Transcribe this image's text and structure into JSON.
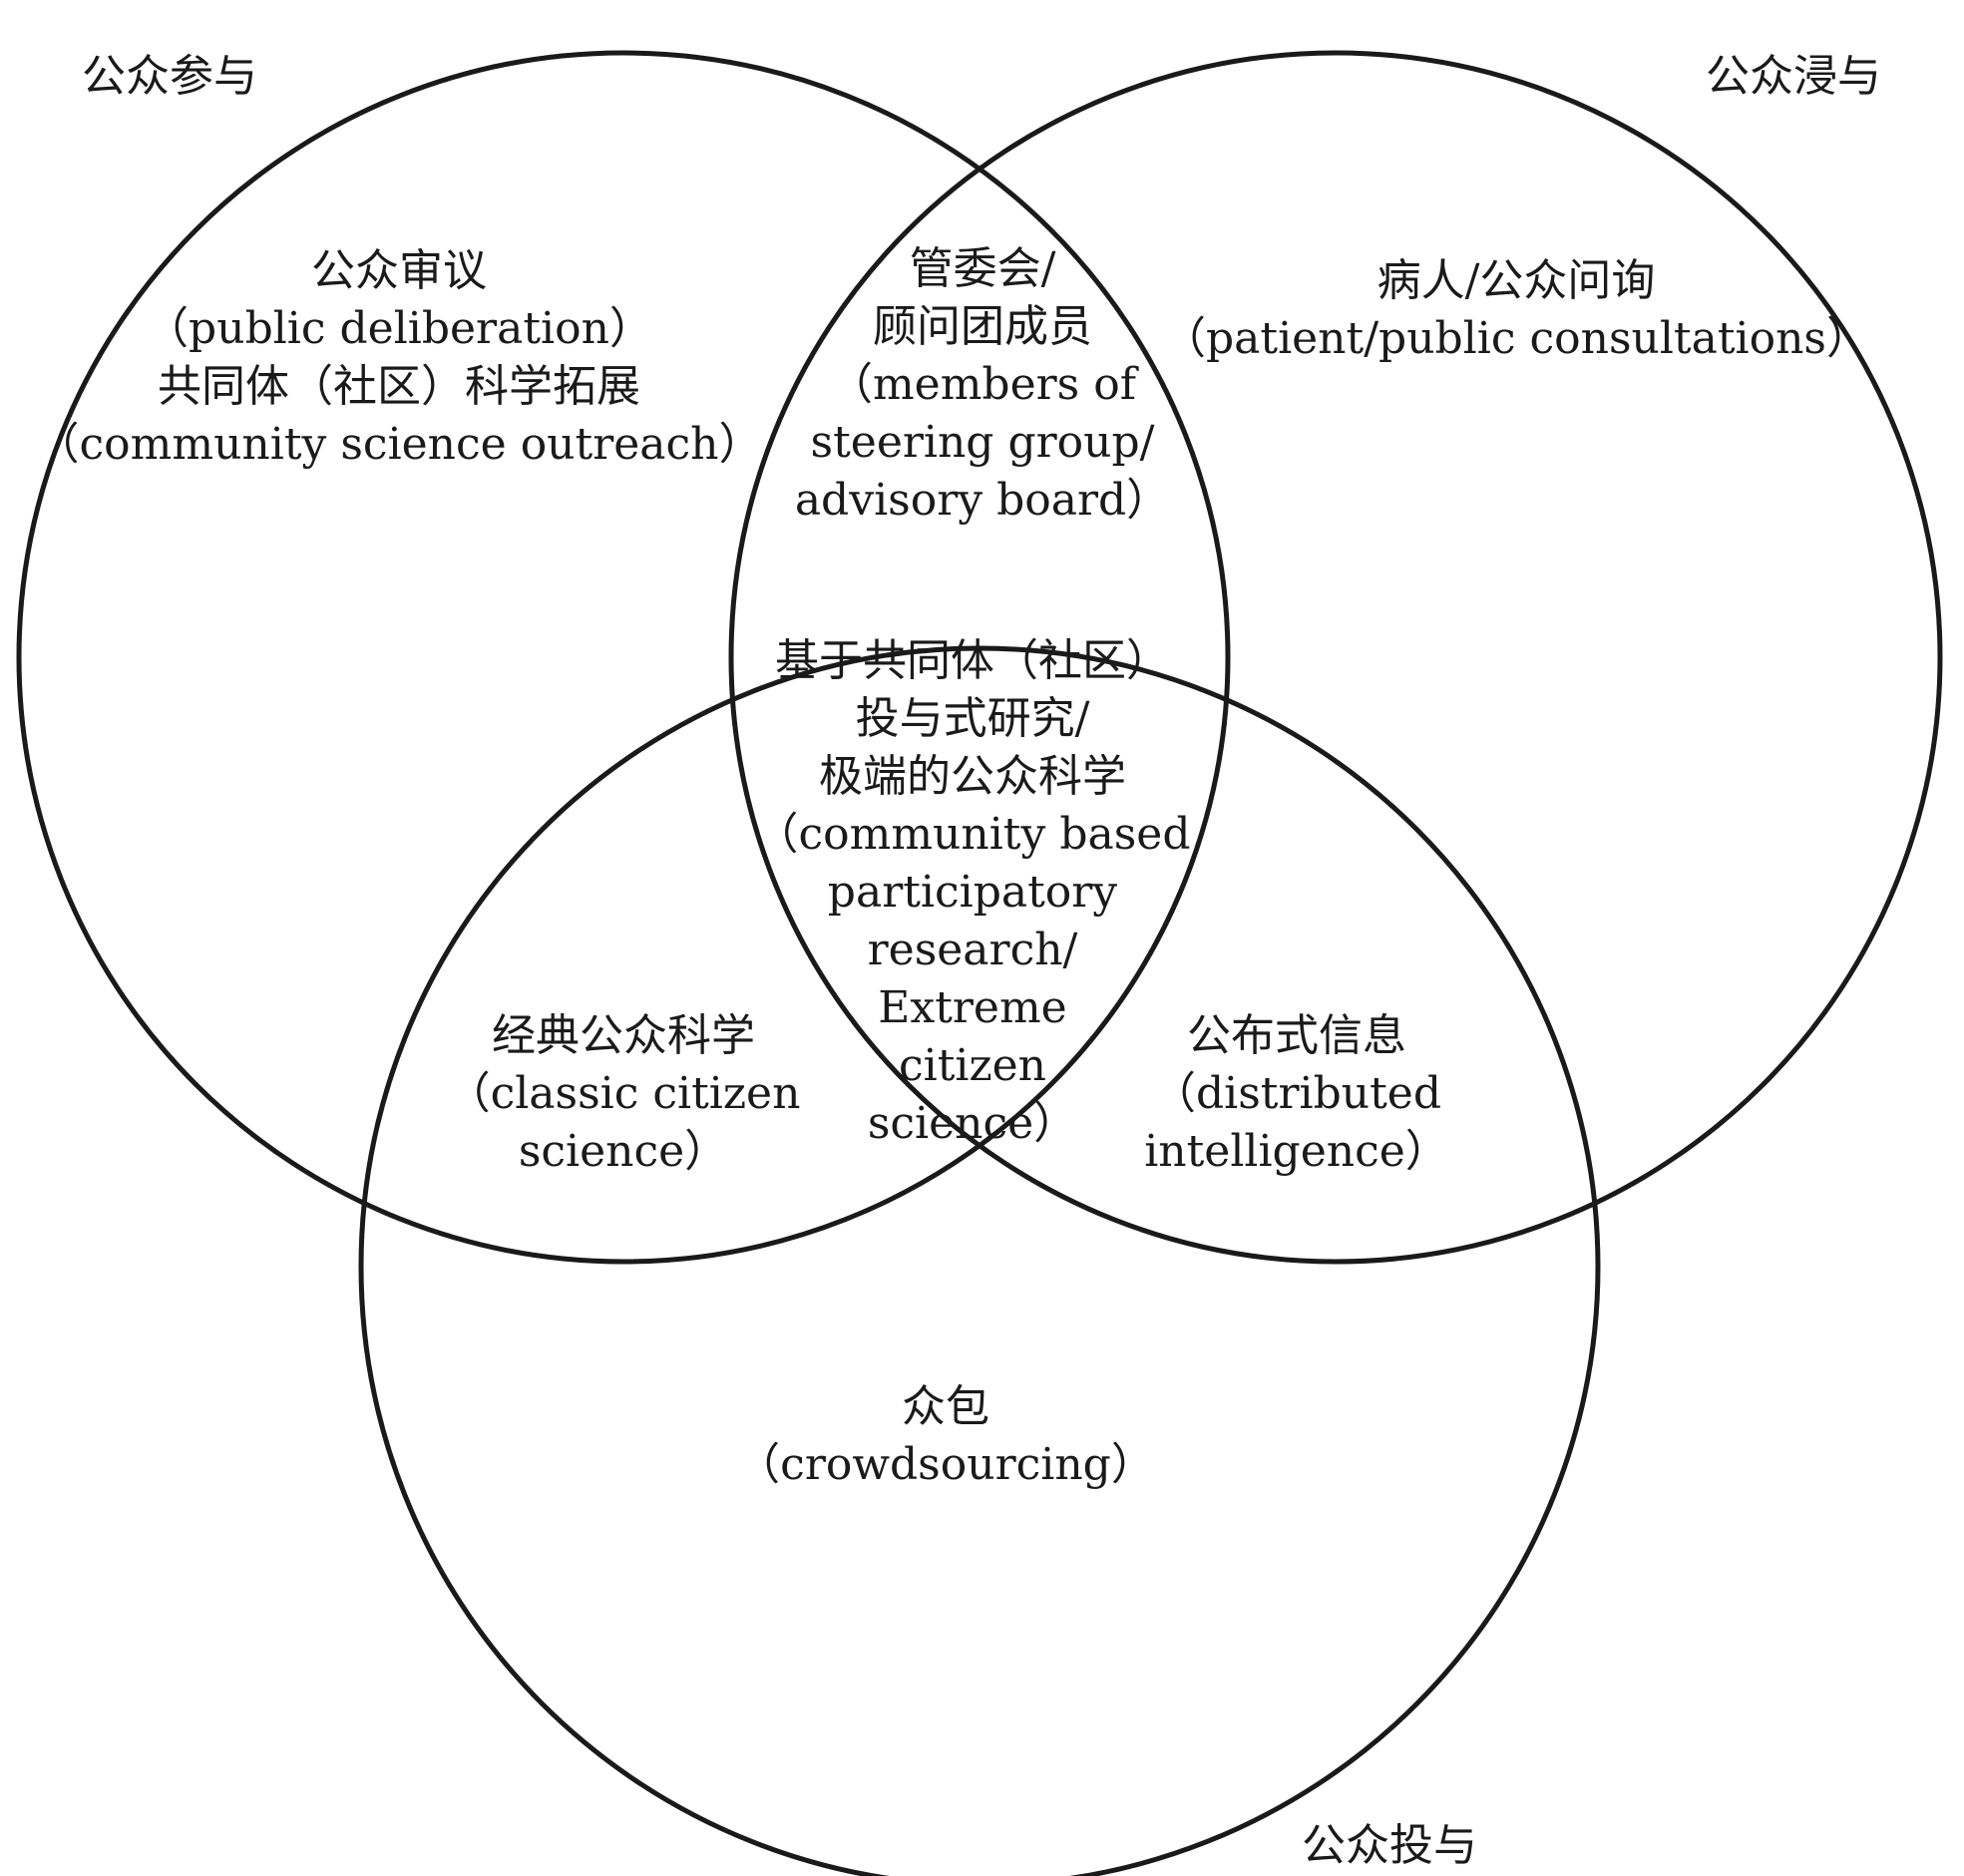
{
  "sets": {
    "left": "公众参与",
    "right": "公众浸与",
    "bottom": "公众投与"
  },
  "regions": {
    "left_only": [
      "公众审议",
      "（public deliberation）",
      "共同体（社区）科学拓展",
      "（community science outreach）"
    ],
    "left_right": [
      "管委会/",
      "顾问团成员",
      "（members of",
      "steering group/",
      "advisory board）"
    ],
    "right_only": [
      "病人/公众问询",
      "（patient/public consultations）"
    ],
    "center": [
      "基于共同体（社区）",
      "投与式研究/",
      "极端的公众科学",
      "（community based",
      "participatory",
      "research/",
      "Extreme",
      "citizen",
      "science）"
    ],
    "left_bottom": [
      "经典公众科学",
      "（classic citizen",
      "science）"
    ],
    "right_bottom": [
      "公布式信息",
      "（distributed",
      "intelligence）"
    ],
    "bottom_only": [
      "众包",
      "（crowdsourcing）"
    ]
  },
  "style": {
    "stroke_color": "#1a1a1a",
    "background": "#ffffff"
  }
}
